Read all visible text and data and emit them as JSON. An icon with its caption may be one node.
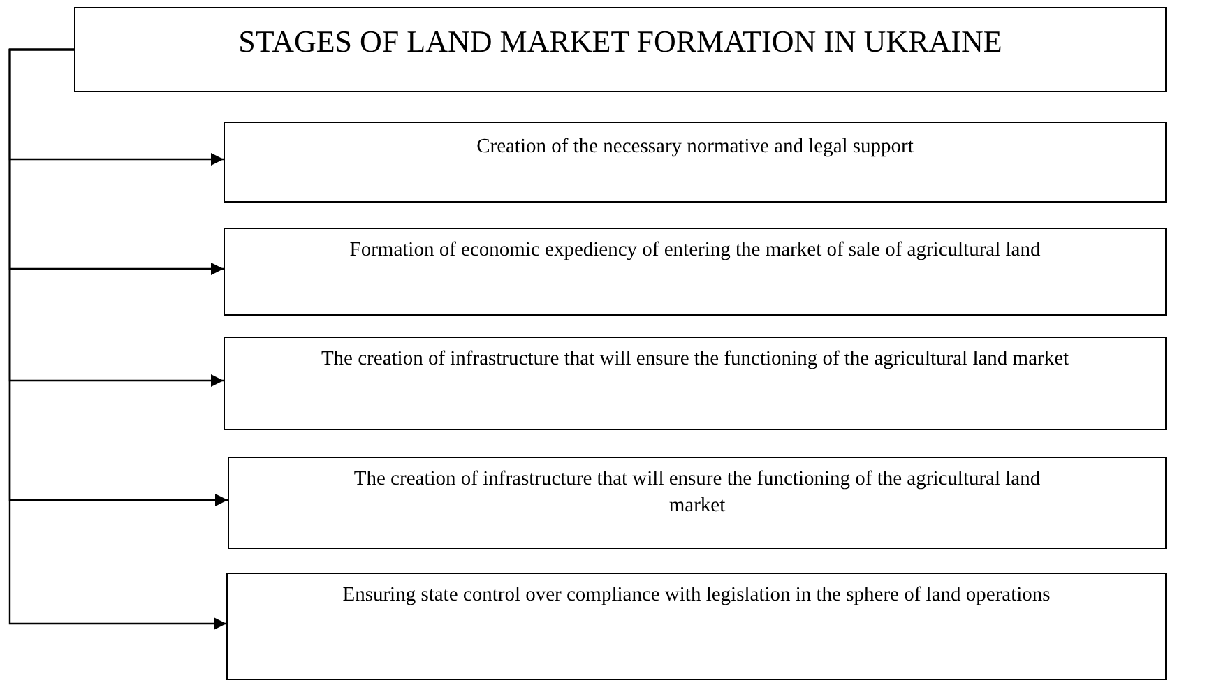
{
  "diagram": {
    "nodes": [
      {
        "text": [
          "STAGES OF LAND MARKET FORMATION IN UKRAINE"
        ]
      },
      {
        "text": [
          "Creation of the necessary normative and legal support"
        ]
      },
      {
        "text": [
          "Formation of economic expediency of entering the market of sale of agricultural land"
        ]
      },
      {
        "text": [
          "The creation of infrastructure that will ensure the functioning of the agricultural land market"
        ]
      },
      {
        "text": [
          "The creation of infrastructure that will ensure the functioning of the agricultural land market"
        ]
      },
      {
        "text": [
          "Ensuring state control over compliance with legislation in the sphere of land operations"
        ]
      }
    ],
    "edges": [
      {
        "from": 0,
        "to": 1,
        "arrow": "to"
      },
      {
        "from": 0,
        "to": 2,
        "arrow": "to"
      },
      {
        "from": 0,
        "to": 3,
        "arrow": "to"
      },
      {
        "from": 0,
        "to": 4,
        "arrow": "to"
      },
      {
        "from": 0,
        "to": 5,
        "arrow": "to"
      }
    ]
  }
}
